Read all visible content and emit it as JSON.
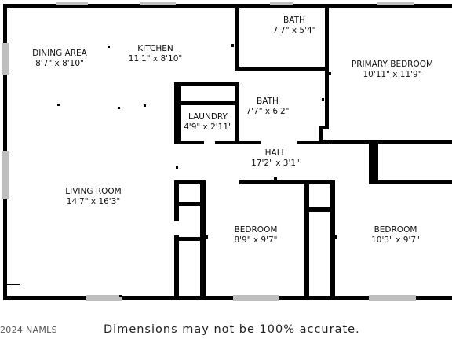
{
  "floorplan": {
    "wall_color": "#000000",
    "window_color": "#bfbfbf",
    "background": "#ffffff",
    "rooms": [
      {
        "id": "dining-area",
        "name": "DINING AREA",
        "dims": "8'7\" x 8'10\""
      },
      {
        "id": "kitchen",
        "name": "KITCHEN",
        "dims": "11'1\" x 8'10\""
      },
      {
        "id": "bath-1",
        "name": "BATH",
        "dims": "7'7\" x 5'4\""
      },
      {
        "id": "primary-bedroom",
        "name": "PRIMARY BEDROOM",
        "dims": "10'11\" x 11'9\""
      },
      {
        "id": "laundry",
        "name": "LAUNDRY",
        "dims": "4'9\" x 2'11\""
      },
      {
        "id": "bath-2",
        "name": "BATH",
        "dims": "7'7\" x 6'2\""
      },
      {
        "id": "hall",
        "name": "HALL",
        "dims": "17'2\" x 3'1\""
      },
      {
        "id": "living-room",
        "name": "LIVING ROOM",
        "dims": "14'7\" x 16'3\""
      },
      {
        "id": "bedroom-1",
        "name": "BEDROOM",
        "dims": "8'9\" x 9'7\""
      },
      {
        "id": "bedroom-2",
        "name": "BEDROOM",
        "dims": "10'3\" x 9'7\""
      }
    ]
  },
  "footer": {
    "copyright": "2024 NAMLS",
    "disclaimer": "Dimensions may not be 100% accurate."
  }
}
